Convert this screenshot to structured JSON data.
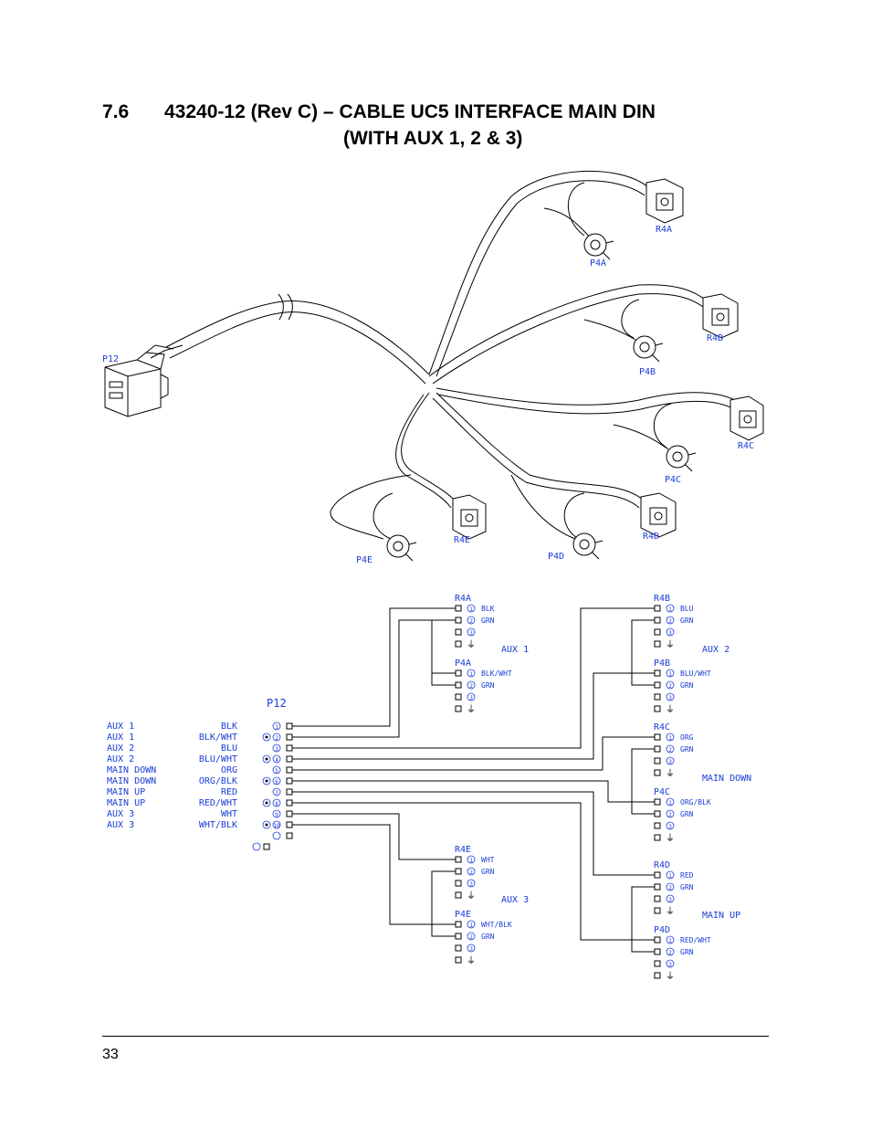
{
  "section": {
    "number": "7.6",
    "title_line1": "43240-12 (Rev C) – CABLE UC5 INTERFACE MAIN DIN",
    "title_line2": "(WITH AUX 1, 2 & 3)"
  },
  "harness": {
    "main_connector": "P12",
    "pigtail_labels": [
      "R4A",
      "P4A",
      "R4B",
      "P4B",
      "R4C",
      "P4C",
      "R4D",
      "P4D",
      "R4E",
      "P4E"
    ]
  },
  "schematic": {
    "p12_label": "P12",
    "functions": [
      "AUX 1",
      "AUX 1",
      "AUX 2",
      "AUX 2",
      "MAIN DOWN",
      "MAIN DOWN",
      "MAIN UP",
      "MAIN UP",
      "AUX 3",
      "AUX 3"
    ],
    "wires": [
      "BLK",
      "BLK/WHT",
      "BLU",
      "BLU/WHT",
      "ORG",
      "ORG/BLK",
      "RED",
      "RED/WHT",
      "WHT",
      "WHT/BLK"
    ],
    "pins": [
      "1",
      "2",
      "3",
      "4",
      "5",
      "6",
      "7",
      "8",
      "9",
      "10"
    ],
    "groups": [
      {
        "name": "AUX 1",
        "r_label": "R4A",
        "r_wires": [
          "BLK",
          "GRN"
        ],
        "p_label": "P4A",
        "p_wires": [
          "BLK/WHT",
          "GRN"
        ]
      },
      {
        "name": "AUX 2",
        "r_label": "R4B",
        "r_wires": [
          "BLU",
          "GRN"
        ],
        "p_label": "P4B",
        "p_wires": [
          "BLU/WHT",
          "GRN"
        ]
      },
      {
        "name": "MAIN DOWN",
        "r_label": "R4C",
        "r_wires": [
          "ORG",
          "GRN"
        ],
        "p_label": "P4C",
        "p_wires": [
          "ORG/BLK",
          "GRN"
        ]
      },
      {
        "name": "AUX 3",
        "r_label": "R4E",
        "r_wires": [
          "WHT",
          "GRN"
        ],
        "p_label": "P4E",
        "p_wires": [
          "WHT/BLK",
          "GRN"
        ]
      },
      {
        "name": "MAIN UP",
        "r_label": "R4D",
        "r_wires": [
          "RED",
          "GRN"
        ],
        "p_label": "P4D",
        "p_wires": [
          "RED/WHT",
          "GRN"
        ]
      }
    ],
    "pin_symbols": [
      "1",
      "2",
      "3",
      "⏚"
    ]
  },
  "footer": {
    "page_number": "33"
  },
  "colors": {
    "label_blue": "#1a3dd6",
    "line": "#000000"
  }
}
